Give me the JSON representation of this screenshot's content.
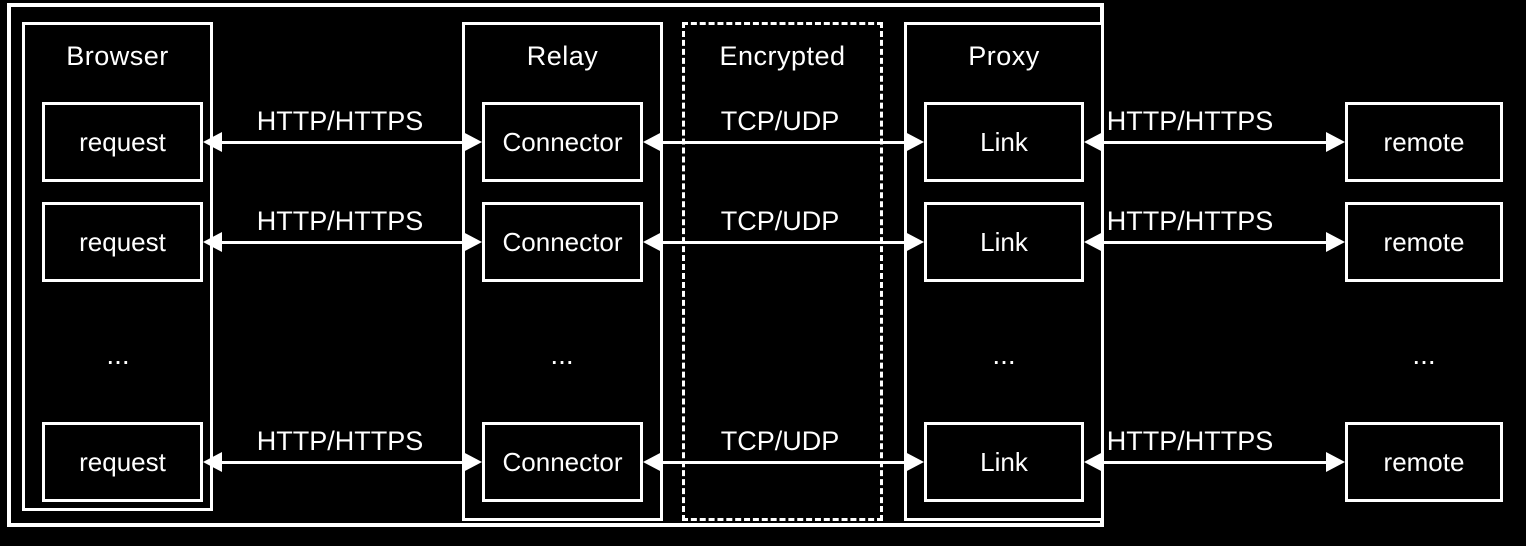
{
  "colors": {
    "background": "#000000",
    "foreground": "#ffffff"
  },
  "columns": {
    "browser": {
      "title": "Browser",
      "rows": [
        "request",
        "request",
        "request"
      ],
      "ellipsis": "..."
    },
    "relay": {
      "title": "Relay",
      "rows": [
        "Connector",
        "Connector",
        "Connector"
      ],
      "ellipsis": "..."
    },
    "encrypted": {
      "title": "Encrypted"
    },
    "proxy": {
      "title": "Proxy",
      "rows": [
        "Link",
        "Link",
        "Link"
      ],
      "ellipsis": "..."
    },
    "remote": {
      "rows": [
        "remote",
        "remote",
        "remote"
      ],
      "ellipsis": "..."
    }
  },
  "edges": {
    "browser_relay": {
      "label": "HTTP/HTTPS"
    },
    "relay_proxy": {
      "label": "TCP/UDP"
    },
    "proxy_remote": {
      "label": "HTTP/HTTPS"
    }
  }
}
